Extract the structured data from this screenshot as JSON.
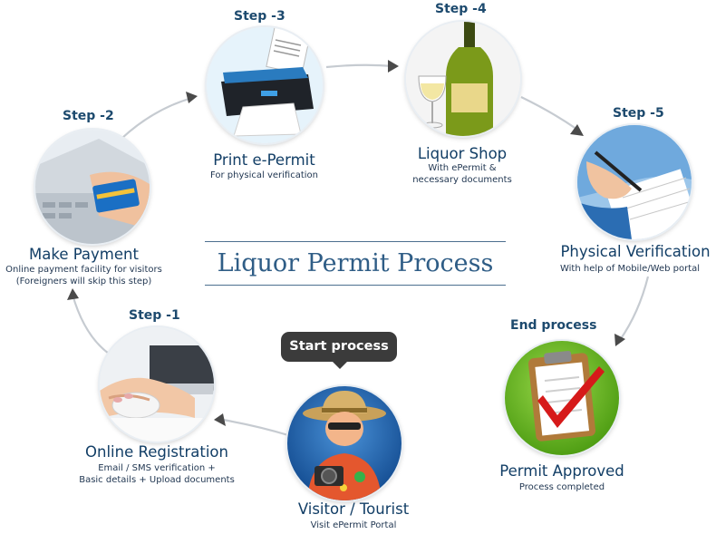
{
  "title": "Liquor Permit Process",
  "start_bubble": "Start process",
  "end_label": "End process",
  "nodes": {
    "visitor": {
      "title": "Visitor / Tourist",
      "sub": [
        "Visit ePermit Portal"
      ],
      "icon": "tourist-icon"
    },
    "step1": {
      "step": "Step -1",
      "title": "Online Registration",
      "sub": [
        "Email / SMS verification +",
        "Basic details + Upload documents"
      ],
      "icon": "computer-mouse-icon"
    },
    "step2": {
      "step": "Step -2",
      "title": "Make Payment",
      "sub": [
        "Online payment facility for visitors",
        "(Foreigners will skip this step)"
      ],
      "icon": "credit-card-icon"
    },
    "step3": {
      "step": "Step -3",
      "title": "Print e-Permit",
      "sub": [
        "For physical verification"
      ],
      "icon": "printer-icon"
    },
    "step4": {
      "step": "Step -4",
      "title": "Liquor Shop",
      "sub": [
        "With ePermit &",
        "necessary documents"
      ],
      "icon": "wine-bottle-icon"
    },
    "step5": {
      "step": "Step -5",
      "title": "Physical Verification",
      "sub": [
        "With help of Mobile/Web portal"
      ],
      "icon": "writing-hand-icon"
    },
    "end": {
      "title": "Permit Approved",
      "sub": [
        "Process completed"
      ],
      "icon": "clipboard-check-icon"
    }
  },
  "colors": {
    "title": "#123e66",
    "step": "#1d4a6e",
    "arrow": "#c4c9cf",
    "bubble": "#3b3b3b",
    "check": "#d61a1a",
    "green": "#6dbb1f"
  }
}
